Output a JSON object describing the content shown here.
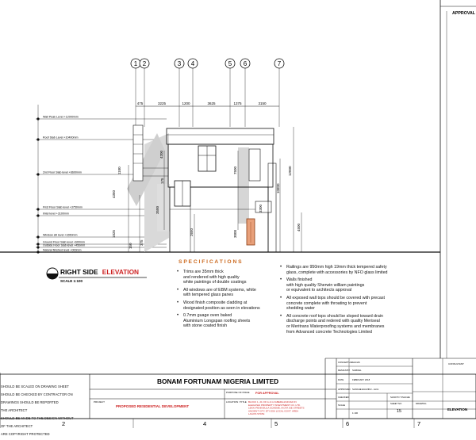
{
  "approval_header": "APPROVAL",
  "grid": {
    "labels": [
      "1",
      "2",
      "3",
      "4",
      "5",
      "6",
      "7"
    ],
    "dimensions": [
      "475",
      "3225",
      "1200",
      "3625",
      "1375",
      "3150"
    ]
  },
  "levels": [
    {
      "label": "Wall Peak Level +12000mm"
    },
    {
      "label": "Roof Slab Level +10400mm"
    },
    {
      "label": "2nd Floor Slab level +6600mm"
    },
    {
      "label": "First Floor Slab level +3750mm"
    },
    {
      "label": "lintel level +3100mm"
    },
    {
      "label": "Window sill level +1650mm"
    },
    {
      "label": "Ground Floor Slab level +600mm"
    },
    {
      "label": "Outside Floor Slab level +450mm"
    },
    {
      "label": "Natural finished level +000mm"
    }
  ],
  "vertical_dims": {
    "left": [
      "1100",
      "4350",
      "1025",
      "375",
      "150"
    ],
    "center": [
      "4200",
      "3500",
      "2650",
      "3000",
      "175"
    ],
    "right": [
      "7500",
      "12000",
      "10800",
      "3300",
      "4500"
    ]
  },
  "elevation_title": {
    "prefix": "RIGHT SIDE",
    "highlight": "ELEVATION",
    "scale": "SCALE 1:100"
  },
  "specifications": {
    "heading": "S P E C I F I C A T I O N S",
    "left_items": [
      "Trims are 35mm thick\nand rendered with high quality\nwhite paintings of double coatings",
      "All windows are of EBM systems, white\nwith tempered glass panes",
      "Wood finish composite cladding at\ndesignated position as seen in elevations",
      "0.7mm guage oven baked\nAluminium Longspan roofing sheets\nwith stone coated finish"
    ],
    "right_items": [
      "Railings are 950mm high 19mm thick tempered safety\nglass, complete with accessories by NFO glass limited",
      "Walls finished\nwith high quality Sherwin william paintings\nor equivalent to architects approval",
      "All exposed wall tops should be covered with precast\nconcrete complete with throating to prevent\nshedding water",
      "All concrete roof tops should be sloped toward drain\ndischarge points and redered with quality Meriseal\nor Meritrans Waterproofing systems and membranes\nfrom Advanced concrete Technologies Limited"
    ]
  },
  "notes": [
    "SHOULD BE SCALED ON DRAWING SHEET",
    "SHOULD BE CHECKED BY CONTRACTOR ON",
    "DRAWINGS SHOULD BE REPORTED",
    "THE ARCHITECT",
    "SHOULD BE MADE TO THE DESIGN WITHOUT",
    "OF THE ARCHITECT",
    "ARE COPYRIGHT PROTECTED"
  ],
  "title_block": {
    "company": "BONAM FORTUNAM NIGERIA LIMITED",
    "purpose_label": "PURPOSE OF ISSUE",
    "purpose_value": "FOR APPROVAL",
    "project_label": "PROJECT",
    "project_value": "PROPOSED RESIDENTIAL DEVELOPMENT",
    "location_label": "LOCATION / TITLE",
    "location_value": "BLOCK 1, 21 OF G & G IGBERAJA ROAD IN\nELEGUSHI PROPERTY INVESTMENT CO. LTD.\nLEKKI PENINSULA SCHEME, IKOTA ISE STREETS\nANCIENT CITY, ETI-OSA LOCAL GOVT. AREA\nLAGOS STATE",
    "conceptual_label": "CONCEPTUAL",
    "conceptual_value": "SACHS",
    "design_label": "DESIGN BY",
    "design_value": "SAMUEL",
    "date_label": "DATE",
    "date_value": "FEBRUARY 2018",
    "approved_label": "APPROVED",
    "approved_value": "SANCHE EGUNDU - Arctc",
    "checked_label": "CHECKED",
    "checked_value": "SANCTO YISACHE",
    "scale_label": "SCALE",
    "scale_value": "1:100",
    "sheet_label": "SHEET NO",
    "sheet_value": "15",
    "drawing_label": "DRAWING",
    "drawing_value": "ELEVATION",
    "consultant_label": "CONSULTANT",
    "border_numbers": [
      "2",
      "4",
      "5",
      "6",
      "7"
    ]
  }
}
